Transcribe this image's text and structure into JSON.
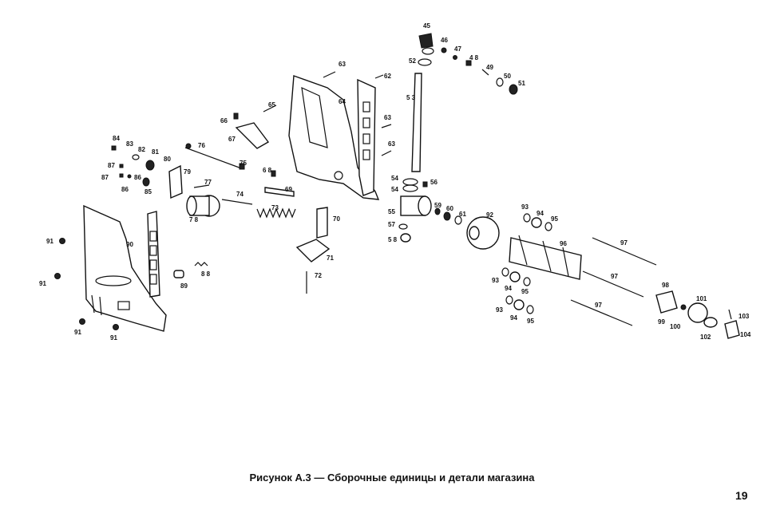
{
  "caption": "Рисунок А.3 — Сборочные единицы и детали магазина",
  "page_number": "19",
  "part_labels": [
    "45",
    "46",
    "47",
    "4 8",
    "49",
    "50",
    "51",
    "52",
    "5 3",
    "54",
    "54",
    "55",
    "56",
    "57",
    "5 8",
    "59",
    "60",
    "61",
    "62",
    "63",
    "63",
    "63",
    "64",
    "65",
    "66",
    "67",
    "6 8",
    "69",
    "70",
    "71",
    "72",
    "73",
    "74",
    "75",
    "76",
    "77",
    "7 8",
    "79",
    "80",
    "81",
    "82",
    "83",
    "84",
    "85",
    "86",
    "86",
    "87",
    "87",
    "8 8",
    "89",
    "90",
    "91",
    "91",
    "91",
    "91",
    "92",
    "93",
    "93",
    "93",
    "94",
    "94",
    "94",
    "95",
    "95",
    "95",
    "96",
    "97",
    "97",
    "97",
    "98",
    "99",
    "100",
    "101",
    "102",
    "103",
    "104"
  ]
}
